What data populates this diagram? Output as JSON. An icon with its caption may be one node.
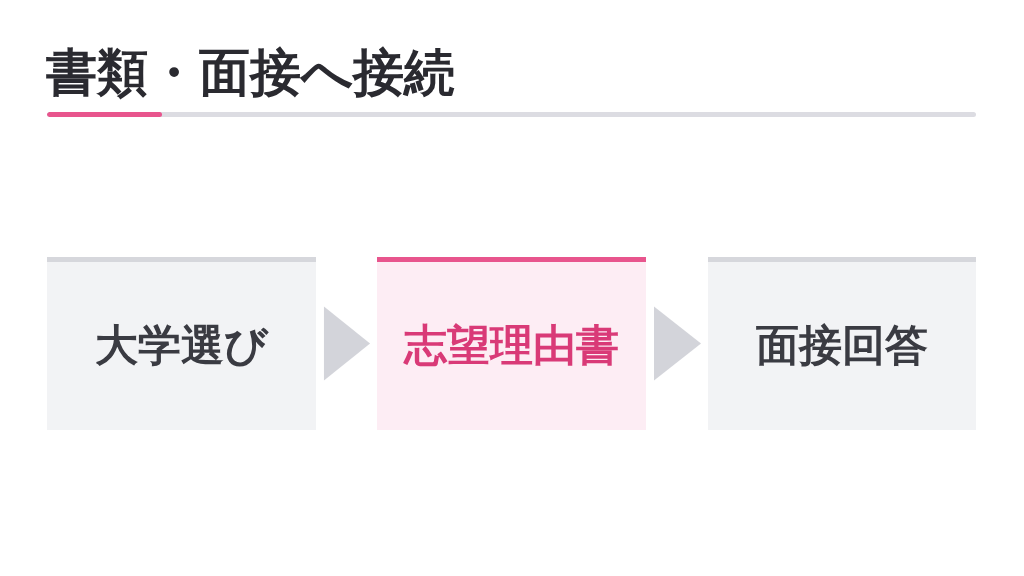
{
  "diagram": {
    "title": "書類・面接へ接続",
    "nodes": [
      {
        "text": [
          "大学選び"
        ]
      },
      {
        "text": [
          "志望理由書"
        ]
      },
      {
        "text": [
          "面接回答"
        ]
      }
    ],
    "edges": [
      {
        "from": 0,
        "to": 1,
        "arrow": "to"
      },
      {
        "from": 1,
        "to": 2,
        "arrow": "to"
      }
    ]
  }
}
